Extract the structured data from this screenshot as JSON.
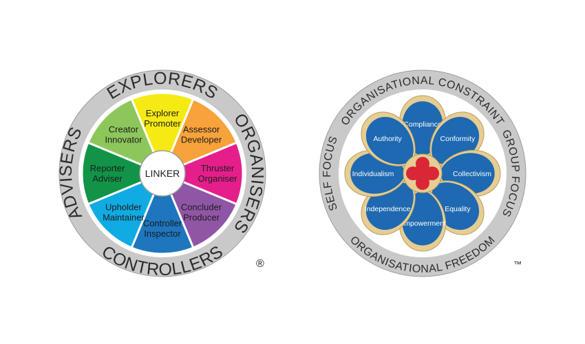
{
  "left_wheel": {
    "ring_labels": {
      "top": "EXPLORERS",
      "right": "ORGANISERS",
      "bottom": "CONTROLLERS",
      "left": "ADVISERS"
    },
    "center_label": "LINKER",
    "segments": [
      {
        "line1": "Explorer",
        "line2": "Promoter",
        "color": "#F5EA14"
      },
      {
        "line1": "Assessor",
        "line2": "Developer",
        "color": "#F7A23A"
      },
      {
        "line1": "Thruster",
        "line2": "Organiser",
        "color": "#E61E8C"
      },
      {
        "line1": "Concluder",
        "line2": "Producer",
        "color": "#9056A6"
      },
      {
        "line1": "Controller",
        "line2": "Inspector",
        "color": "#1D76BE"
      },
      {
        "line1": "Upholder",
        "line2": "Maintainer",
        "color": "#11ABE3"
      },
      {
        "line1": "Reporter",
        "line2": "Adviser",
        "color": "#119448"
      },
      {
        "line1": "Creator",
        "line2": "Innovator",
        "color": "#8DC75B"
      }
    ],
    "registered_mark": "®"
  },
  "right_wheel": {
    "ring_labels": {
      "top": "ORGANISATIONAL CONSTRAINT",
      "right": "GROUP FOCUS",
      "bottom": "ORGANISATIONAL FREEDOM",
      "left": "SELF FOCUS"
    },
    "petals": [
      "Compliance",
      "Conformity",
      "Collectivism",
      "Equality",
      "Empowerment",
      "Independence",
      "Individualism",
      "Authority"
    ],
    "trademark": "™"
  },
  "colors": {
    "ring_gray": "#C9C9C9",
    "ring_outline": "#9B9B9B",
    "petal_blue": "#1E69B1",
    "petal_gold": "#E6CD93",
    "center_red": "#DA2735"
  }
}
